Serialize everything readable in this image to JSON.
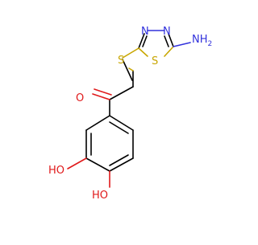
{
  "molecule": {
    "atoms": {
      "sulfur_thioether": "S",
      "sulfur_ring": "S",
      "nitrogen_ring_left": "N",
      "nitrogen_ring_right": "N",
      "amine": "NH",
      "amine_subscript": "2",
      "carbonyl_oxygen": "O",
      "hydroxyl_left": "HO",
      "hydroxyl_bottom": "HO"
    },
    "colors": {
      "carbon_bond": "#000000",
      "nitrogen": "#3232dc",
      "oxygen": "#e0191a",
      "sulfur": "#c8a600",
      "background": "#ffffff"
    }
  }
}
